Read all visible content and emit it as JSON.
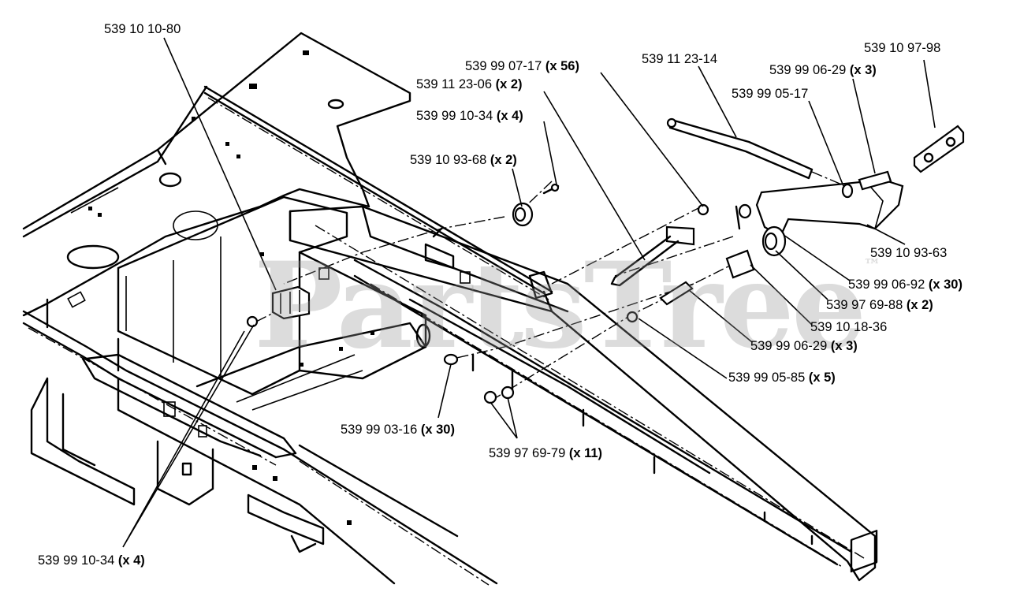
{
  "watermark": {
    "text": "PartsTree",
    "mark": "™"
  },
  "callouts": [
    {
      "id": "c1",
      "part": "539 10 10-80",
      "qty": ""
    },
    {
      "id": "c2",
      "part": "539 99 07-17",
      "qty": "(x 56)"
    },
    {
      "id": "c3",
      "part": "539 11 23-06",
      "qty": "(x 2)"
    },
    {
      "id": "c4",
      "part": "539 99 10-34",
      "qty": "(x 4)"
    },
    {
      "id": "c5",
      "part": "539 10 93-68",
      "qty": "(x 2)"
    },
    {
      "id": "c6",
      "part": "539 11 23-14",
      "qty": ""
    },
    {
      "id": "c7",
      "part": "539 99 06-29",
      "qty": "(x 3)"
    },
    {
      "id": "c8",
      "part": "539 10 97-98",
      "qty": ""
    },
    {
      "id": "c9",
      "part": "539 99 05-17",
      "qty": ""
    },
    {
      "id": "c10",
      "part": "539 10 93-63",
      "qty": ""
    },
    {
      "id": "c11",
      "part": "539 99 06-92",
      "qty": "(x 30)"
    },
    {
      "id": "c12",
      "part": "539 97 69-88",
      "qty": "(x 2)"
    },
    {
      "id": "c13",
      "part": "539 10 18-36",
      "qty": ""
    },
    {
      "id": "c14",
      "part": "539 99 06-29",
      "qty": "(x 3)"
    },
    {
      "id": "c15",
      "part": "539 99 05-85",
      "qty": "(x 5)"
    },
    {
      "id": "c16",
      "part": "539 99 03-16",
      "qty": "(x 30)"
    },
    {
      "id": "c17",
      "part": "539 97 69-79",
      "qty": "(x 11)"
    },
    {
      "id": "c18",
      "part": "539 99 10-34",
      "qty": "(x 4)"
    }
  ]
}
